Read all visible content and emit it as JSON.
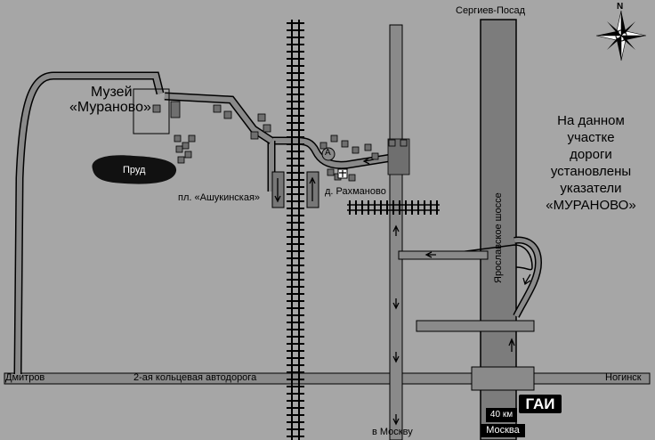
{
  "labels": {
    "museum_line1": "Музей",
    "museum_line2": "«Мураново»",
    "pond": "Пруд",
    "station": "пл. «Ашукинская»",
    "village": "д. Рахманово",
    "sergiev_posad": "Сергиев-Посад",
    "v_moskvu": "в Москву",
    "moskva": "Москва",
    "dmitrov": "Дмитров",
    "ring_road": "2-ая кольцевая автодорога",
    "noginsk": "Ногинск",
    "yaroslavl_highway": "Ярославское шоссе",
    "km_marker": "40 км",
    "gai": "ГАИ",
    "marker_a": "A"
  },
  "note": {
    "line1": "На данном",
    "line2": "участке",
    "line3": "дороги",
    "line4": "установлены",
    "line5": "указатели",
    "line6": "«МУРАНОВО»"
  },
  "compass": {
    "north": "N",
    "icon": "compass-rose-icon"
  },
  "colors": {
    "background": "#a6a6a6",
    "road_fill": "#8a8a8a",
    "highway_fill": "#7c7c7c",
    "outline": "#000000",
    "building": "#6f6f6f",
    "pond": "#111111"
  }
}
